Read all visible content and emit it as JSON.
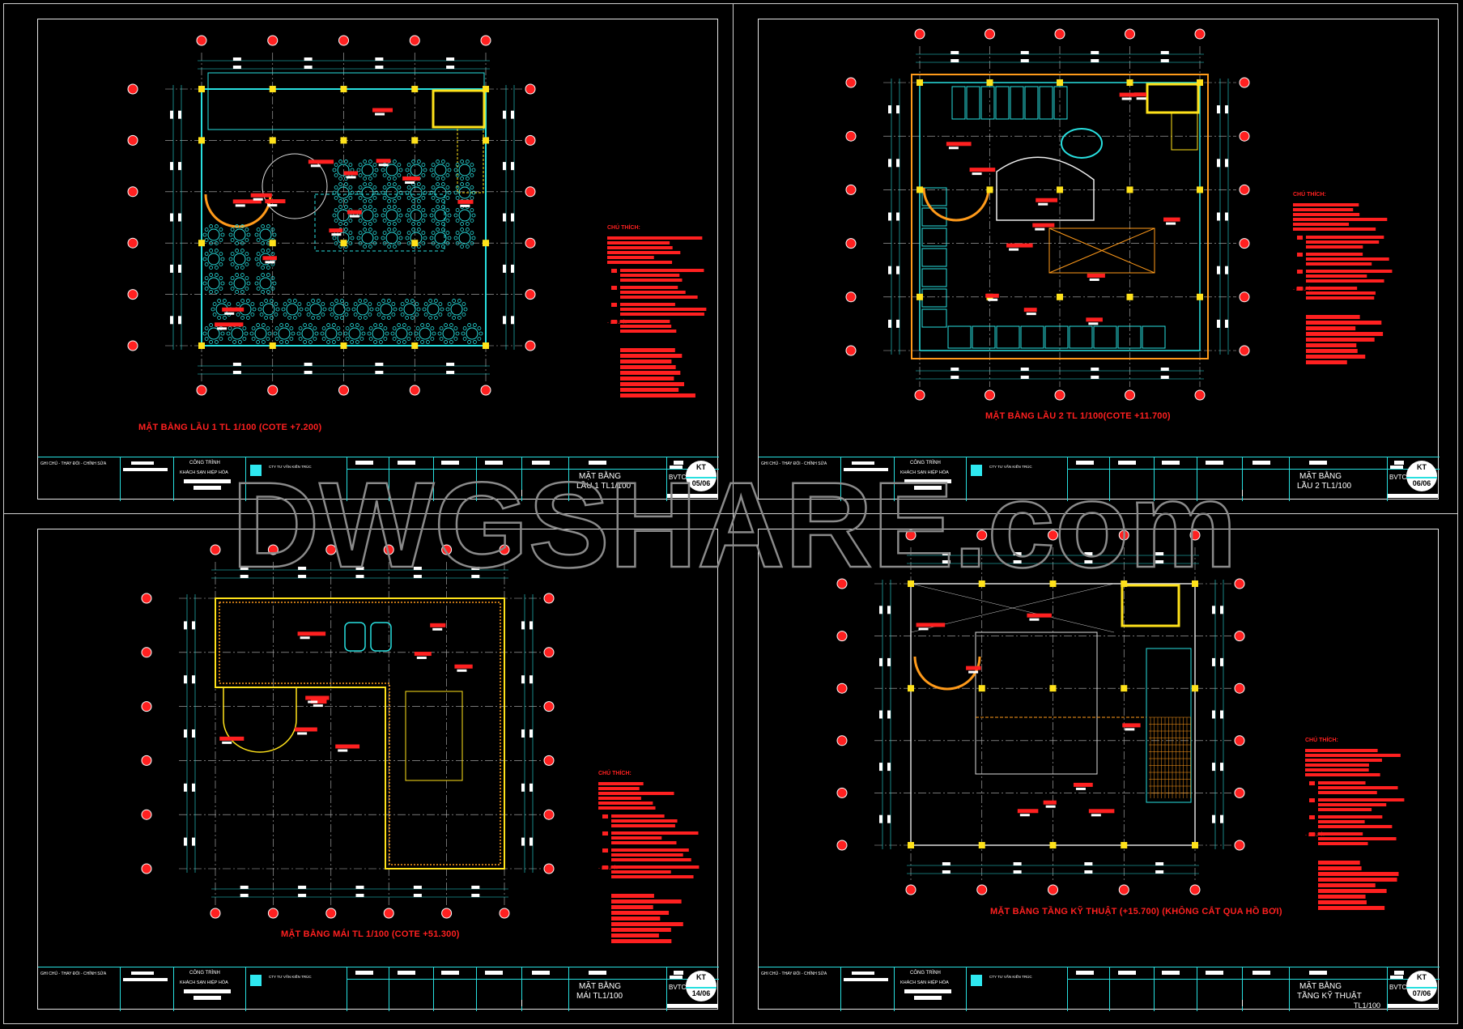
{
  "watermark": "DWGSHARE.com",
  "colors": {
    "background": "#000000",
    "red": "#ff2020",
    "cyan": "#28e0e0",
    "yellow": "#ffe21a",
    "orange": "#ff9a1a",
    "white": "#ffffff"
  },
  "sheets": [
    {
      "id": "lau-1",
      "plan_title": "MẶT BẰNG LẦU 1 TL 1/100 (COTE +7.200)",
      "legend_heading": "CHÚ THÍCH:",
      "legend_note": "- LƯU Ý:",
      "title_block": {
        "revision_label": "GHI CHÚ - THAY ĐỔI - CHỈNH SỬA",
        "project_label": "CÔNG TRÌNH",
        "project_name": "KHÁCH SẠN HIỆP HÒA",
        "company": "CTY TƯ VẤN KIẾN TRÚC",
        "drawing_title_1": "MẶT BẰNG",
        "drawing_title_2": "LẦU 1 TL1/100",
        "drawing_title_3": "",
        "stage": "BVTC",
        "discipline": "KT",
        "sheet_no": "05/06"
      }
    },
    {
      "id": "lau-2",
      "plan_title": "MẶT BẰNG LẦU 2 TL 1/100(COTE +11.700)",
      "legend_heading": "CHÚ THÍCH:",
      "legend_note": "- LƯU Ý:",
      "title_block": {
        "revision_label": "GHI CHÚ - THAY ĐỔI - CHỈNH SỬA",
        "project_label": "CÔNG TRÌNH",
        "project_name": "KHÁCH SẠN HIỆP HÒA",
        "company": "CTY TƯ VẤN KIẾN TRÚC",
        "drawing_title_1": "MẶT BẰNG",
        "drawing_title_2": "LẦU 2 TL1/100",
        "drawing_title_3": "",
        "stage": "BVTC",
        "discipline": "KT",
        "sheet_no": "06/06"
      }
    },
    {
      "id": "mai",
      "plan_title": "MẶT BẰNG MÁI TL 1/100 (COTE +51.300)",
      "legend_heading": "CHÚ THÍCH:",
      "legend_note": "- LƯU Ý:",
      "title_block": {
        "revision_label": "GHI CHÚ - THAY ĐỔI - CHỈNH SỬA",
        "project_label": "CÔNG TRÌNH",
        "project_name": "KHÁCH SẠN HIỆP HÒA",
        "company": "CTY TƯ VẤN KIẾN TRÚC",
        "drawing_title_1": "MẶT BẰNG",
        "drawing_title_2": "MÁI TL1/100",
        "drawing_title_3": "",
        "stage": "BVTC",
        "discipline": "KT",
        "sheet_no": "14/06"
      }
    },
    {
      "id": "tang-ky-thuat",
      "plan_title": "MẶT BẰNG TẦNG KỸ THUẬT (+15.700) (KHÔNG CẮT QUA HỒ BƠI)",
      "legend_heading": "CHÚ THÍCH:",
      "legend_note": "- LƯU Ý:",
      "title_block": {
        "revision_label": "GHI CHÚ - THAY ĐỔI - CHỈNH SỬA",
        "project_label": "CÔNG TRÌNH",
        "project_name": "KHÁCH SẠN HIỆP HÒA",
        "company": "CTY TƯ VẤN KIẾN TRÚC",
        "drawing_title_1": "MẶT BẰNG",
        "drawing_title_2": "TẦNG KỸ THUẬT",
        "drawing_title_3": "TL1/100",
        "stage": "BVTC",
        "discipline": "KT",
        "sheet_no": "07/06"
      }
    }
  ]
}
